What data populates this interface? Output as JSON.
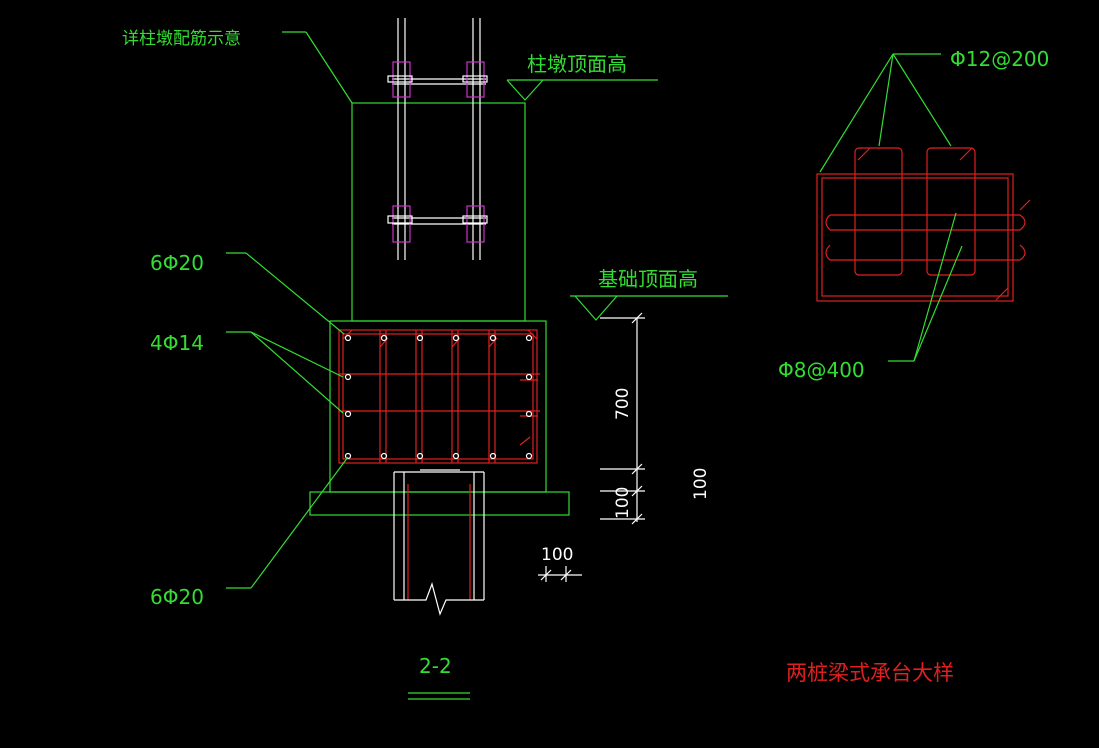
{
  "labels": {
    "pier_detail_note": "详柱墩配筋示意",
    "pier_top_elevation": "柱墩顶面高",
    "foundation_top_elevation": "基础顶面高",
    "top_bars": "6Φ20",
    "side_bars": "4Φ14",
    "bottom_bars": "6Φ20",
    "main_stirrup": "Φ12@200",
    "tie_bar": "Φ8@400"
  },
  "dimensions": {
    "cap_height": "700",
    "cushion_height": "100",
    "cushion_total": "100",
    "cushion_overhang": "100"
  },
  "section_label": "2-2",
  "drawing_title": "两桩梁式承台大样",
  "colors": {
    "background": "#000000",
    "annotation": "#33dd33",
    "rebar": "#e02020",
    "dimension_text": "#ffffff",
    "anchor_plate": "#cc33cc"
  }
}
